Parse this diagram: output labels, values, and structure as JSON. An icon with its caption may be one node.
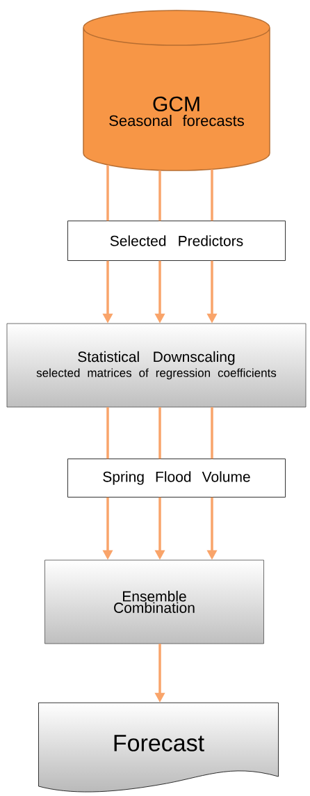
{
  "diagram": {
    "nodes": [
      {
        "text": [
          "GCM",
          "Seasonal forecasts"
        ]
      },
      {
        "text": [
          "Selected Predictors"
        ]
      },
      {
        "text": [
          "Statistical Downscaling",
          "selected matrices of regression coefficients"
        ]
      },
      {
        "text": [
          "Spring Flood Volume"
        ]
      },
      {
        "text": [
          "Ensemble Combination"
        ]
      },
      {
        "text": [
          "Forecast"
        ]
      }
    ],
    "edges": [
      {
        "from": 0,
        "to": 1,
        "arrow": "none"
      },
      {
        "from": 0,
        "to": 1,
        "arrow": "none"
      },
      {
        "from": 0,
        "to": 1,
        "arrow": "none"
      },
      {
        "from": 1,
        "to": 2,
        "arrow": "to"
      },
      {
        "from": 1,
        "to": 2,
        "arrow": "to"
      },
      {
        "from": 1,
        "to": 2,
        "arrow": "to"
      },
      {
        "from": 2,
        "to": 3,
        "arrow": "none"
      },
      {
        "from": 2,
        "to": 3,
        "arrow": "none"
      },
      {
        "from": 2,
        "to": 3,
        "arrow": "none"
      },
      {
        "from": 3,
        "to": 4,
        "arrow": "to"
      },
      {
        "from": 3,
        "to": 4,
        "arrow": "to"
      },
      {
        "from": 3,
        "to": 4,
        "arrow": "to"
      },
      {
        "from": 4,
        "to": 5,
        "arrow": "to"
      }
    ]
  }
}
